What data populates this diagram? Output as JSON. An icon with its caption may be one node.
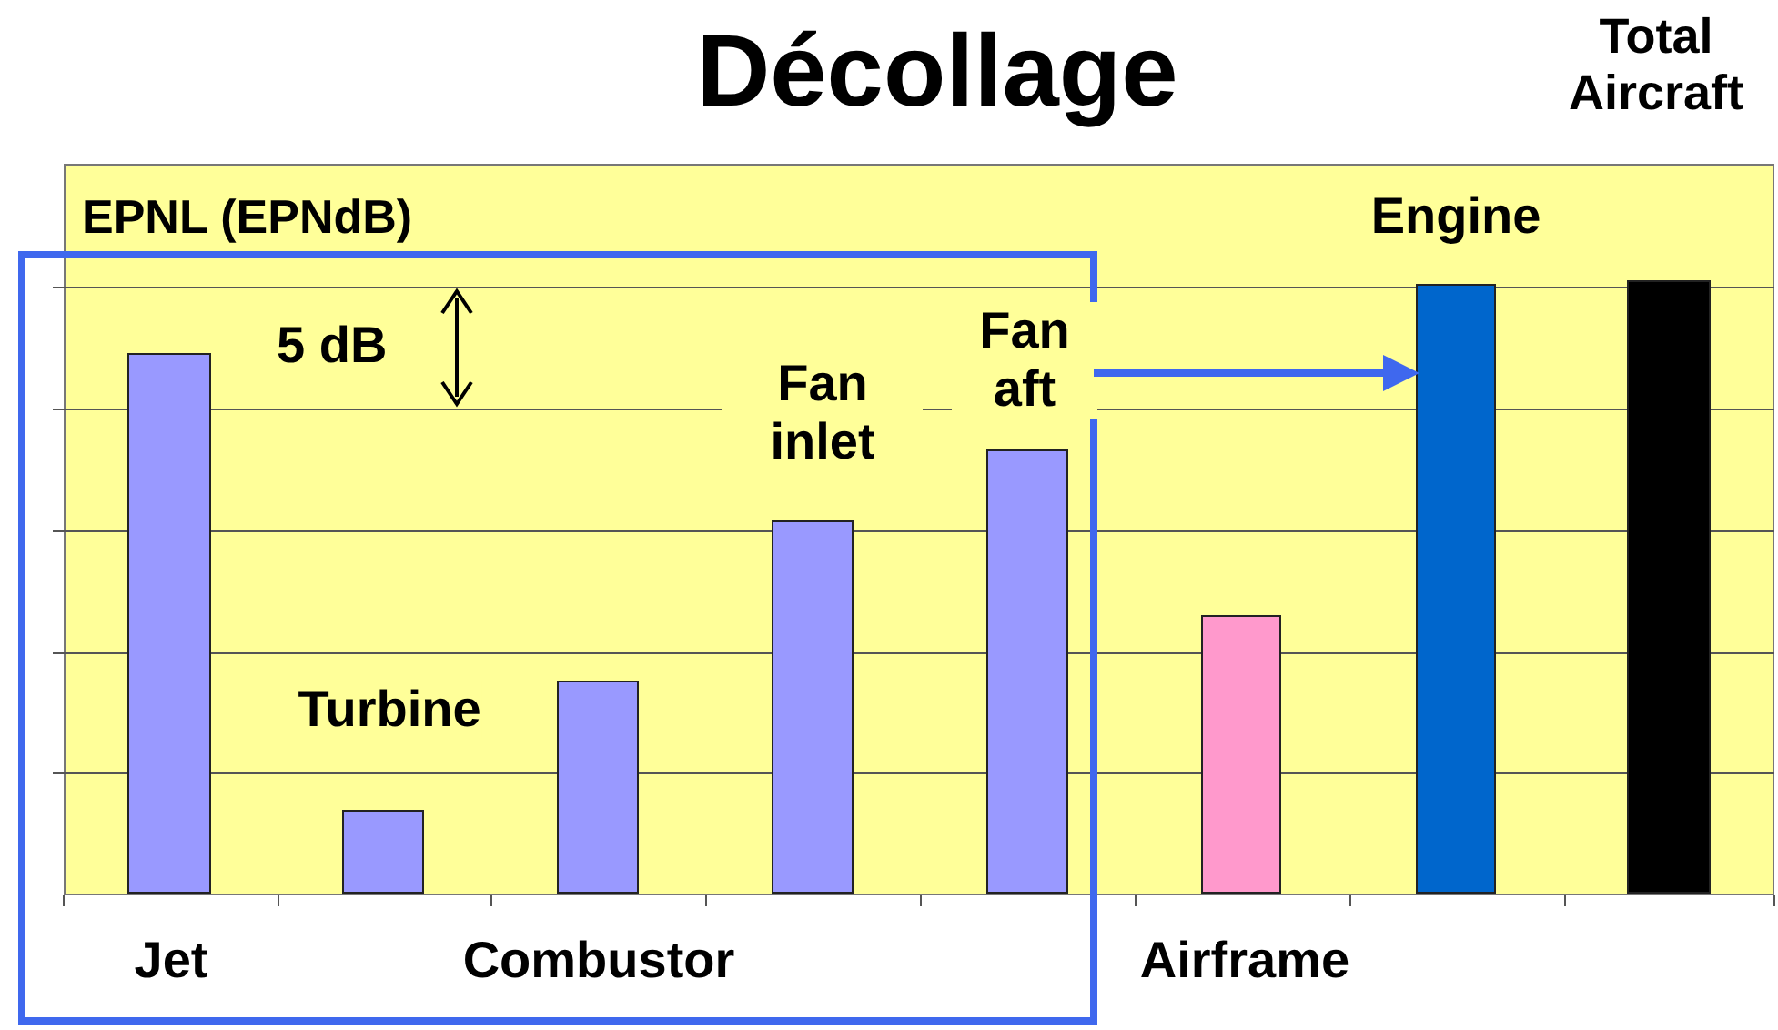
{
  "diagram": {
    "title": "Décollage",
    "nodes": [
      {
        "text": [],
        "shape": "box"
      },
      {
        "text": [],
        "shape": "bar",
        "in": 0,
        "beside": [
          "Jet"
        ]
      },
      {
        "text": [],
        "shape": "bar",
        "in": 0,
        "beside": [
          "Turbine"
        ]
      },
      {
        "text": [],
        "shape": "bar",
        "in": 0,
        "beside": [
          "Combustor"
        ]
      },
      {
        "text": [],
        "shape": "bar",
        "in": 0,
        "beside": [
          "Fan inlet"
        ]
      },
      {
        "text": [],
        "shape": "bar",
        "in": 0,
        "beside": [
          "Fan aft"
        ]
      },
      {
        "text": [],
        "shape": "bar",
        "beside": [
          "Airframe"
        ]
      },
      {
        "text": [],
        "shape": "bar",
        "beside": [
          "Engine"
        ]
      },
      {
        "text": [],
        "shape": "bar",
        "beside": [
          "Total Aircraft"
        ]
      }
    ],
    "edges": [
      {
        "from": 0,
        "to": 7,
        "arrow": "to"
      }
    ],
    "labels": [
      "EPNL (EPNdB)",
      "5 dB"
    ]
  }
}
